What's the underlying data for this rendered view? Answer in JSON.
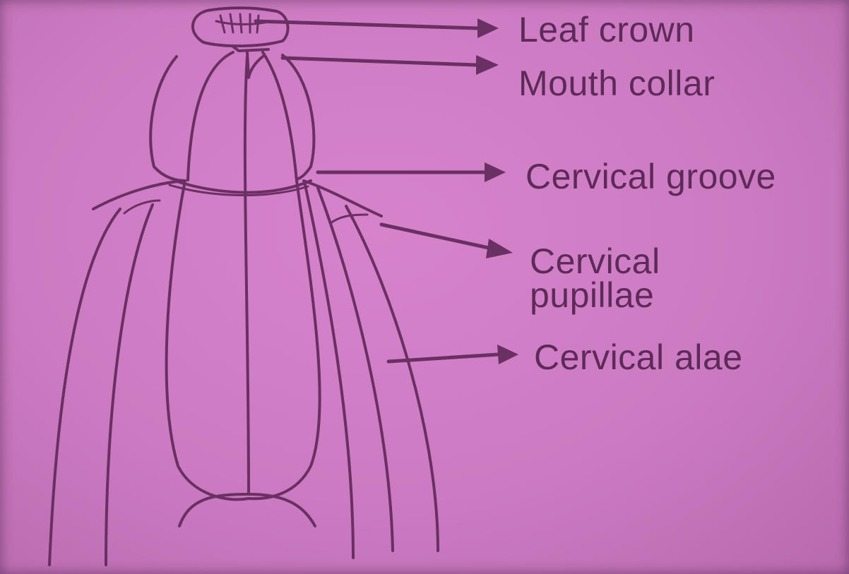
{
  "diagram": {
    "colors": {
      "background": "#cf7fc6",
      "ink": "#6a2f63",
      "label_text": "#5e2a5a"
    },
    "labels": {
      "leaf_crown": "Leaf crown",
      "mouth_collar": "Mouth collar",
      "cervical_groove": "Cervical groove",
      "cervical_pupillae_line1": "Cervical",
      "cervical_pupillae_line2": "pupillae",
      "cervical_alae": "Cervical alae"
    }
  }
}
